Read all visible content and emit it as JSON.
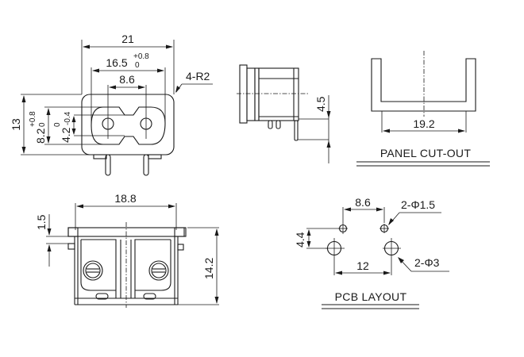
{
  "front_view": {
    "width_overall": "21",
    "width_inner": "16.5",
    "width_inner_tol_plus": "+0.8",
    "width_inner_tol_minus": "0",
    "pin_pitch": "8.6",
    "corner_radius_note": "4-R2",
    "height_overall": "13",
    "height_inner": "8.2",
    "height_inner_tol_plus": "+0.8",
    "height_inner_tol_minus": "0",
    "waist_height": "4.2",
    "waist_tol_plus": "0",
    "waist_tol_minus": "-0.4"
  },
  "side_view": {
    "pin_offset": "4.5"
  },
  "panel_cutout": {
    "width": "19.2",
    "title": "PANEL CUT-OUT"
  },
  "bottom_view": {
    "flange_width": "18.8",
    "flange_thickness": "1.5",
    "body_height": "14.2"
  },
  "pcb_layout": {
    "small_hole_pitch": "8.6",
    "small_hole_note": "2-Φ1.5",
    "row_offset": "4.4",
    "large_hole_pitch": "12",
    "large_hole_note": "2-Φ3",
    "title": "PCB LAYOUT"
  },
  "colors": {
    "line": "#1a1a1a",
    "background": "#ffffff"
  }
}
